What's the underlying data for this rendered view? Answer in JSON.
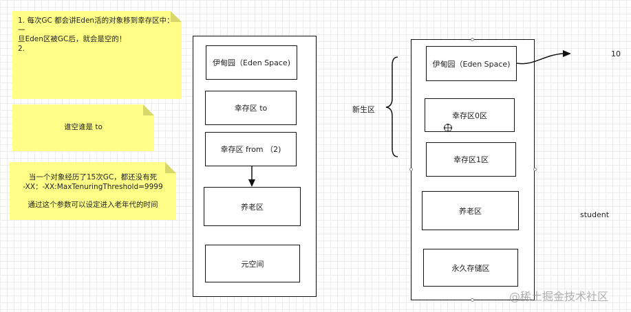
{
  "notes": {
    "gc_note": {
      "line1": "1. 每次GC 都会讲Eden活的对象移到幸存区中：一",
      "line2": "旦Eden区被GC后，就会是空的！",
      "line3": "2."
    },
    "empty_note": {
      "text": "谁空谁是 to"
    },
    "tenure_note": {
      "line1": "当一个对象经历了15次GC，都还没有死",
      "line2": "-XX：-XX:MaxTenuringThreshold=9999",
      "line3": "通过这个参数可以设定进入老年代的时间"
    }
  },
  "left_diagram": {
    "eden": "伊甸园（Eden Space)",
    "survivor_to": "幸存区  to",
    "survivor_from": "幸存区  from （2)",
    "old_gen": "养老区",
    "metaspace": "元空间"
  },
  "right_diagram": {
    "young_gen_label": "新生区",
    "eden": "伊甸园（Eden Space)",
    "survivor0": "幸存区0区",
    "survivor1": "幸存区1区",
    "old_gen": "养老区",
    "permanent": "永久存储区"
  },
  "labels": {
    "value_10": "10",
    "student": "student"
  },
  "watermark": "@稀土掘金技术社区"
}
